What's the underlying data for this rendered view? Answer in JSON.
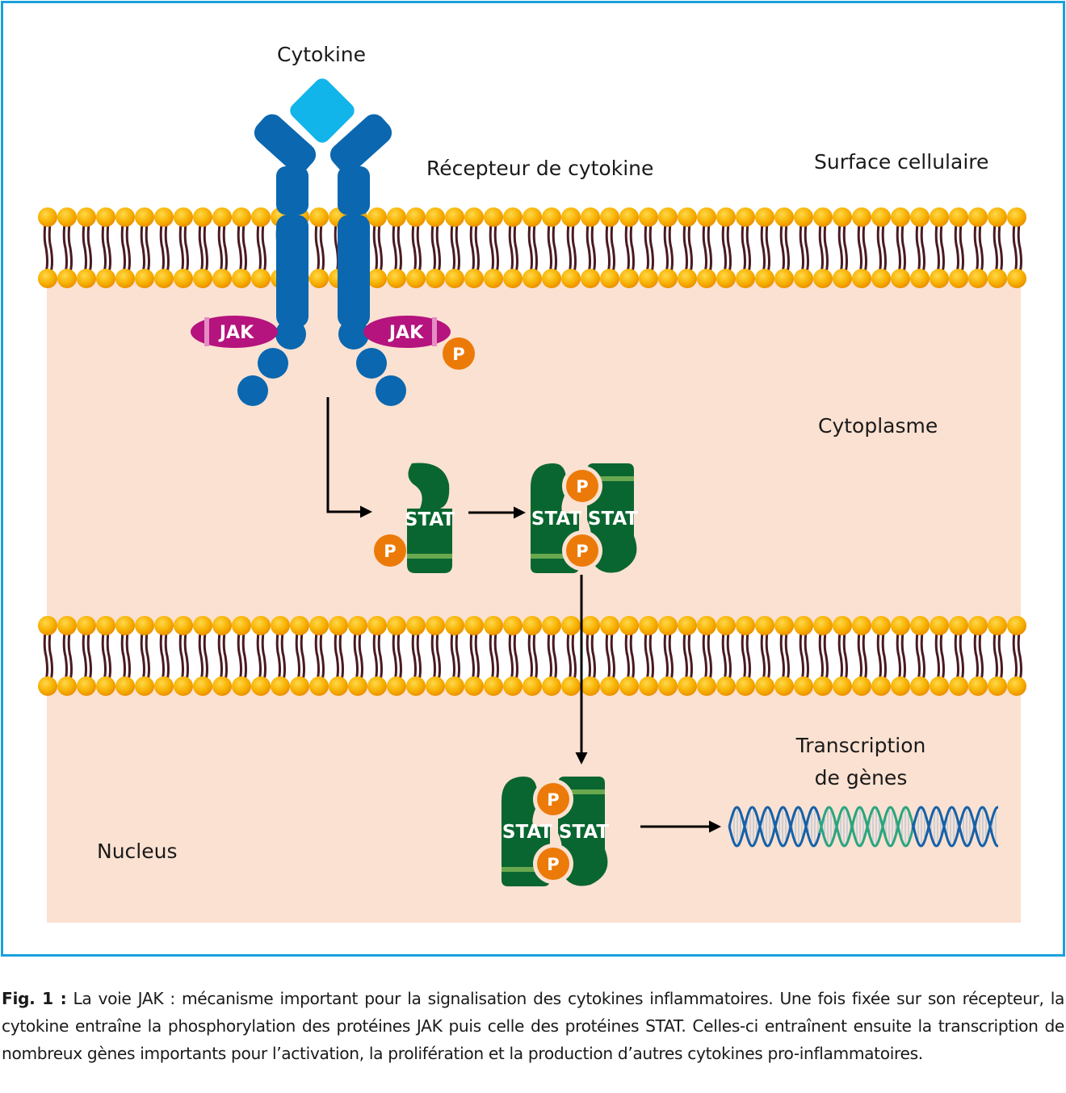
{
  "figure": {
    "labels": {
      "cytokine": "Cytokine",
      "receptor": "Récepteur de cytokine",
      "cell_surface": "Surface cellulaire",
      "cytoplasm": "Cytoplasme",
      "nucleus": "Nucleus",
      "transcription_line1": "Transcription",
      "transcription_line2": "de gènes"
    },
    "proteins": {
      "jak_left": "JAK",
      "jak_right": "JAK",
      "stat_monomer": "STAT",
      "stat_dimer_left": "STAT",
      "stat_dimer_right": "STAT",
      "stat_nuclear_left": "STAT",
      "stat_nuclear_right": "STAT",
      "phosphate": "P"
    },
    "colors": {
      "frame": "#1aa0dc",
      "cytokine": "#12b5ea",
      "receptor": "#0a67b0",
      "jak": "#b5137e",
      "jak_stripe": "#e58cc4",
      "stat": "#0a6630",
      "stat_stripe": "#6aa84f",
      "phosphate": "#ec7a08",
      "lipid_head": "#f6a800",
      "lipid_tail": "#4a1a22",
      "cytoplasm": "#fbe1d1",
      "dna_blue": "#1560a8",
      "dna_green": "#2aa57e"
    }
  },
  "caption": {
    "prefix": "Fig. 1 :",
    "text": " La voie JAK : mécanisme important pour la signalisation des cytokines inflammatoires. Une fois fixée sur son récepteur, la cytokine entraîne la phosphorylation des protéines JAK puis celle des protéines STAT. Celles-ci entraînent ensuite la transcription de nombreux gènes importants pour l’activation, la prolifération et la production d’autres cytokines pro-inflammatoires."
  }
}
